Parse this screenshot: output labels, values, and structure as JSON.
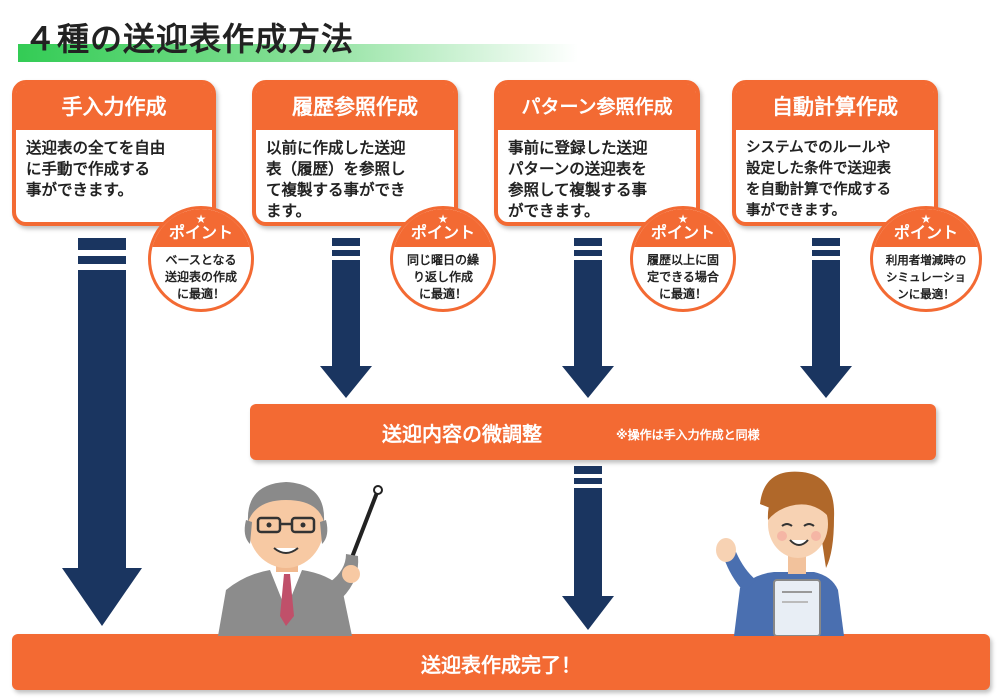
{
  "title": "４種の送迎表作成方法",
  "methods": [
    {
      "title": "手入力作成",
      "desc": [
        "送迎表の全てを自由",
        "に手動で作成する",
        "事ができます。"
      ],
      "point_label": "ポイント",
      "point": [
        "ベースとなる",
        "送迎表の作成",
        "に最適！"
      ]
    },
    {
      "title": "履歴参照作成",
      "desc": [
        "以前に作成した送迎",
        "表（履歴）を参照し",
        "て複製する事ができ",
        "ます。"
      ],
      "point_label": "ポイント",
      "point": [
        "同じ曜日の繰",
        "り返し作成",
        "に最適！"
      ]
    },
    {
      "title": "パターン参照作成",
      "desc": [
        "事前に登録した送迎",
        "パターンの送迎表を",
        "参照して複製する事",
        "ができます。"
      ],
      "point_label": "ポイント",
      "point": [
        "履歴以上に固",
        "定できる場合",
        "に最適！"
      ]
    },
    {
      "title": "自動計算作成",
      "desc": [
        "システムでのルールや",
        "設定した条件で送迎表",
        "を自動計算で作成する",
        "事ができます。"
      ],
      "point_label": "ポイント",
      "point": [
        "利用者増減時の",
        "シミュレーショ",
        "ンに最適！"
      ]
    }
  ],
  "adjust": {
    "label": "送迎内容の微調整",
    "note": "※操作は手入力作成と同様"
  },
  "final": {
    "label": "送迎表作成完了！"
  },
  "colors": {
    "accent": "#f36a33",
    "arrow": "#1a3560",
    "title_bar": "#33cc55"
  },
  "icons": {
    "star": "★"
  }
}
